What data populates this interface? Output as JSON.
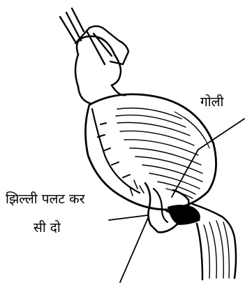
{
  "labels": {
    "goli": "गोली",
    "membrane_fold_line1": "झिल्ली पलट कर",
    "membrane_fold_line2": "सी दो"
  }
}
